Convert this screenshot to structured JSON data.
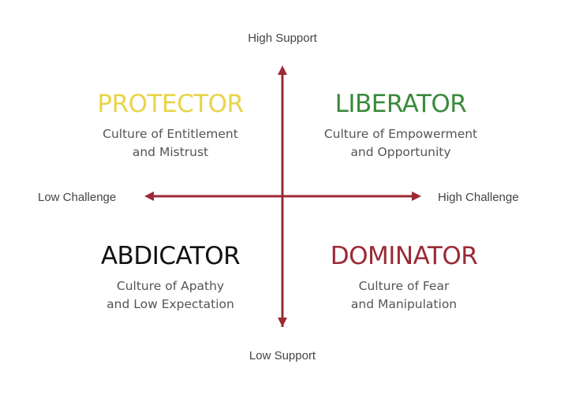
{
  "diagram": {
    "type": "quadrant-matrix",
    "axes": {
      "vertical": {
        "top_label": "High Support",
        "bottom_label": "Low Support"
      },
      "horizontal": {
        "left_label": "Low Challenge",
        "right_label": "High Challenge"
      },
      "arrow_color": "#9b2a35"
    },
    "quadrants": [
      {
        "position": "top-left",
        "title": "PROTECTOR",
        "subtitle_line1": "Culture of Entitlement",
        "subtitle_line2": "and Mistrust",
        "color": "#e8d44a"
      },
      {
        "position": "top-right",
        "title": "LIBERATOR",
        "subtitle_line1": "Culture of Empowerment",
        "subtitle_line2": "and Opportunity",
        "color": "#3a8a3c"
      },
      {
        "position": "bottom-left",
        "title": "ABDICATOR",
        "subtitle_line1": "Culture of Apathy",
        "subtitle_line2": "and Low Expectation",
        "color": "#111111"
      },
      {
        "position": "bottom-right",
        "title": "DOMINATOR",
        "subtitle_line1": "Culture of Fear",
        "subtitle_line2": "and Manipulation",
        "color": "#9b2a35"
      }
    ]
  }
}
